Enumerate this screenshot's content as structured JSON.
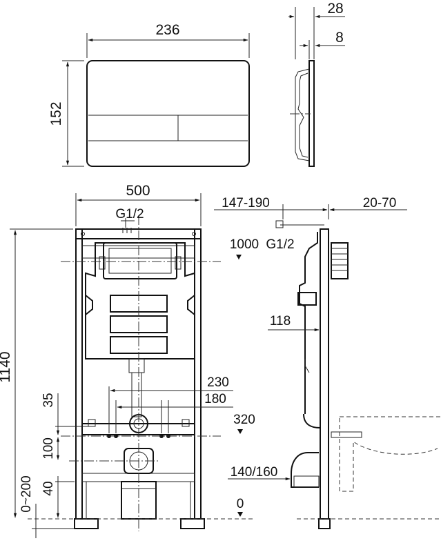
{
  "plate_front": {
    "width": "236",
    "height": "152"
  },
  "plate_side": {
    "depth": "28",
    "thickness": "8"
  },
  "frame_front": {
    "width": "500",
    "height": "1140",
    "water_inlet": "G1/2",
    "bolt_spacing_outer": "230",
    "bolt_spacing_inner": "180",
    "bolt_offset": "35",
    "bolt_height": "320",
    "drain_offset": "100",
    "adjust_range": "0~200",
    "foot_offset": "40",
    "floor_level": "0",
    "button_height": "1000"
  },
  "frame_side": {
    "inlet_depth": "147-190",
    "wall_depth": "20-70",
    "water_inlet": "G1/2",
    "flush_depth": "118",
    "drain_diameter": "140/160"
  }
}
